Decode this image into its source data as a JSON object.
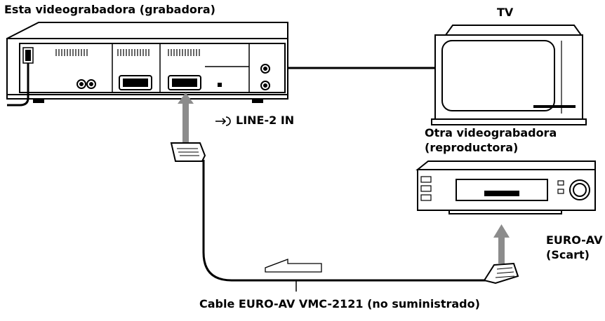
{
  "labels": {
    "recorder": "Esta videograbadora (grabadora)",
    "tv": "TV",
    "player_line1": "Otra videograbadora",
    "player_line2": "(reproductora)",
    "input": "LINE-2 IN",
    "connector_line1": "EURO-AV",
    "connector_line2": "(Scart)",
    "cable": "Cable EURO-AV VMC-2121 (no suministrado)"
  },
  "icons": {
    "input": "line-input-icon",
    "signal_flow": "signal-flow-arrow-icon",
    "plug": "scart-plug-icon",
    "arrow": "connection-arrow-icon"
  },
  "colors": {
    "line": "#000000",
    "arrow": "#8c8c8c",
    "device_shade": "#d9d9d9",
    "background": "#ffffff"
  }
}
